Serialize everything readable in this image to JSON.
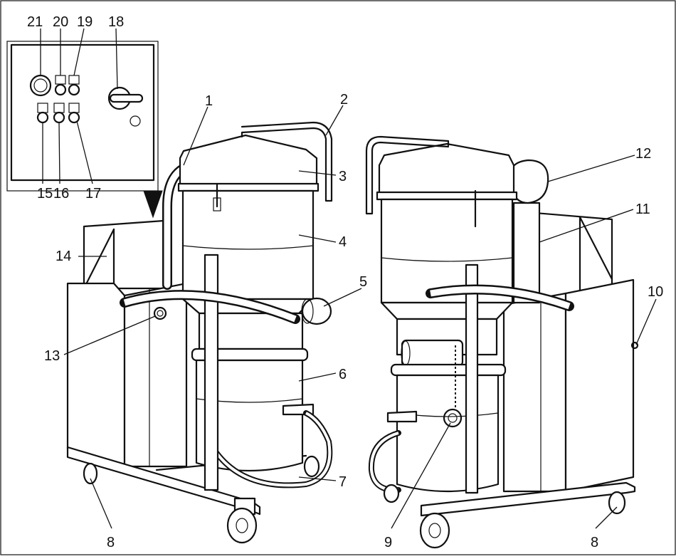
{
  "diagram": {
    "callouts": [
      {
        "id": "c1",
        "label": "1"
      },
      {
        "id": "c2",
        "label": "2"
      },
      {
        "id": "c3",
        "label": "3"
      },
      {
        "id": "c4",
        "label": "4"
      },
      {
        "id": "c5",
        "label": "5"
      },
      {
        "id": "c6",
        "label": "6"
      },
      {
        "id": "c7",
        "label": "7"
      },
      {
        "id": "c8a",
        "label": "8"
      },
      {
        "id": "c8b",
        "label": "8"
      },
      {
        "id": "c9",
        "label": "9"
      },
      {
        "id": "c10",
        "label": "10"
      },
      {
        "id": "c11",
        "label": "11"
      },
      {
        "id": "c12",
        "label": "12"
      },
      {
        "id": "c13",
        "label": "13"
      },
      {
        "id": "c14",
        "label": "14"
      },
      {
        "id": "c15",
        "label": "15"
      },
      {
        "id": "c16",
        "label": "16"
      },
      {
        "id": "c17",
        "label": "17"
      },
      {
        "id": "c18",
        "label": "18"
      },
      {
        "id": "c19",
        "label": "19"
      },
      {
        "id": "c20",
        "label": "20"
      },
      {
        "id": "c21",
        "label": "21"
      }
    ]
  }
}
